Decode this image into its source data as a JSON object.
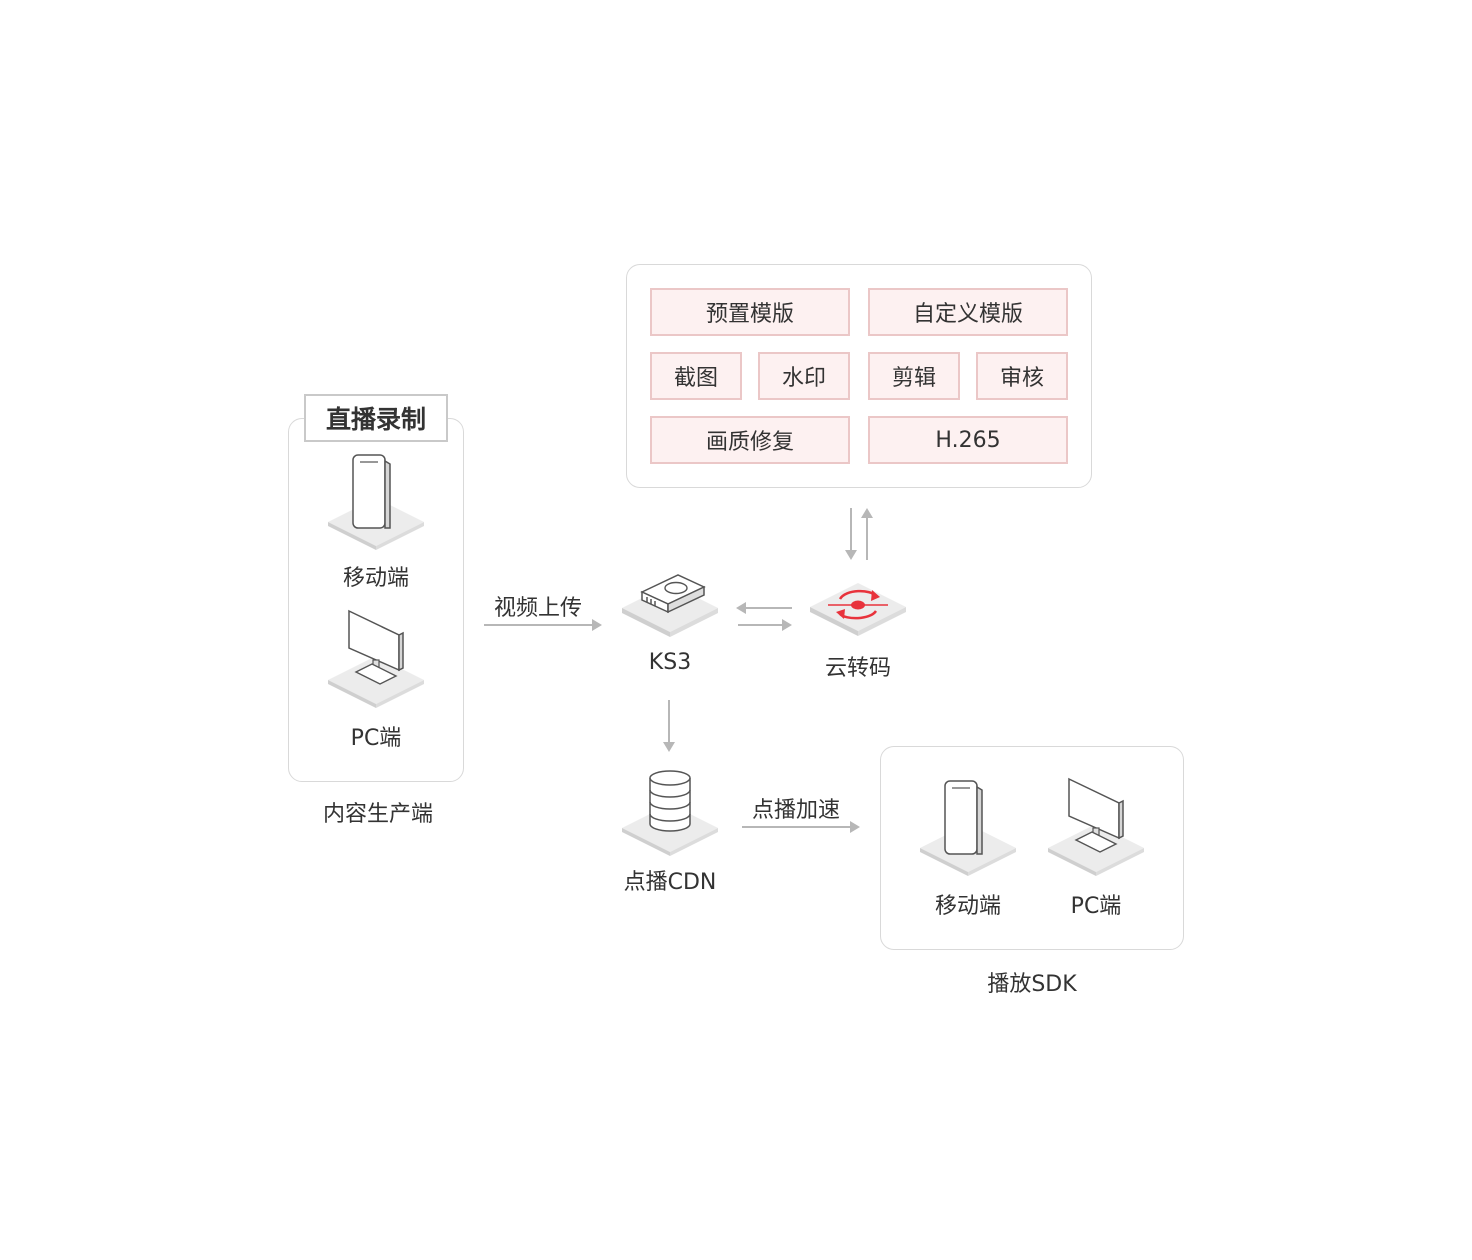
{
  "producer": {
    "title": "直播录制",
    "mobile_label": "移动端",
    "pc_label": "PC端",
    "caption": "内容生产端"
  },
  "edges": {
    "upload_label": "视频上传",
    "accelerate_label": "点播加速"
  },
  "ks3": {
    "label": "KS3"
  },
  "transcode": {
    "label": "云转码",
    "features": {
      "preset_template": "预置模版",
      "custom_template": "自定义模版",
      "screenshot": "截图",
      "watermark": "水印",
      "clip": "剪辑",
      "review": "审核",
      "restore": "画质修复",
      "h265": "H.265"
    }
  },
  "cdn": {
    "label": "点播CDN"
  },
  "player_sdk": {
    "mobile_label": "移动端",
    "pc_label": "PC端",
    "caption": "播放SDK"
  },
  "colors": {
    "feature_fill": "#fdf1f1",
    "feature_border": "#ebc7c7",
    "accent_red": "#e8333c",
    "arrow": "#b7b7b7"
  }
}
